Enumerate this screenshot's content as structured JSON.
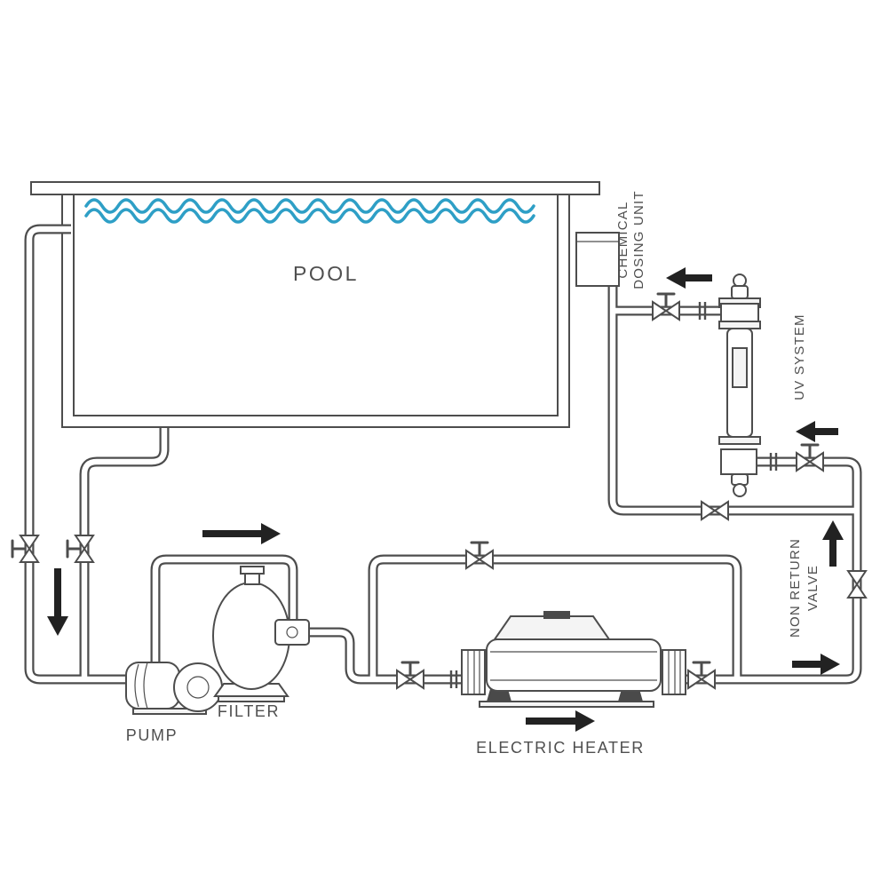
{
  "diagram": {
    "labels": {
      "pool": "POOL",
      "chemical_dosing_line1": "CHEMICAL",
      "chemical_dosing_line2": "DOSING UNIT",
      "uv_system": "UV SYSTEM",
      "non_return_line1": "NON RETURN",
      "non_return_line2": "VALVE",
      "pump": "PUMP",
      "filter": "FILTER",
      "electric_heater": "ELECTRIC HEATER"
    },
    "colors": {
      "line": "#4d4d4d",
      "water": "#2e9fc6",
      "arrow": "#222222",
      "text": "#4f4f4f",
      "background": "#ffffff"
    }
  }
}
